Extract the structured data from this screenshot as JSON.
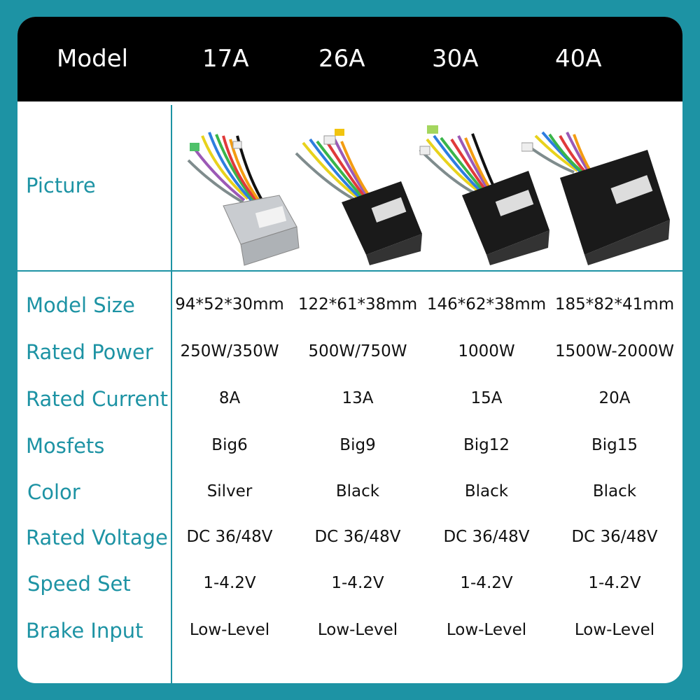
{
  "header": {
    "model_label": "Model",
    "models": [
      "17A",
      "26A",
      "30A",
      "40A"
    ]
  },
  "rows": {
    "picture_label": "Picture",
    "labels": [
      "Model Size",
      "Rated Power",
      "Rated Current",
      "Mosfets",
      "Color",
      "Rated Voltage",
      "Speed Set",
      "Brake Input"
    ]
  },
  "values": {
    "model_size": [
      "94*52*30mm",
      "122*61*38mm",
      "146*62*38mm",
      "185*82*41mm"
    ],
    "rated_power": [
      "250W/350W",
      "500W/750W",
      "1000W",
      "1500W-2000W"
    ],
    "rated_current": [
      "8A",
      "13A",
      "15A",
      "20A"
    ],
    "mosfets": [
      "Big6",
      "Big9",
      "Big12",
      "Big15"
    ],
    "color": [
      "Silver",
      "Black",
      "Black",
      "Black"
    ],
    "rated_voltage": [
      "DC 36/48V",
      "DC 36/48V",
      "DC 36/48V",
      "DC 36/48V"
    ],
    "speed_set": [
      "1-4.2V",
      "1-4.2V",
      "1-4.2V",
      "1-4.2V"
    ],
    "brake_input": [
      "Low-Level",
      "Low-Level",
      "Low-Level",
      "Low-Level"
    ]
  },
  "pictures": [
    {
      "icon": "silver-controller-image",
      "body_color": "#c9ccd0"
    },
    {
      "icon": "black-controller-image",
      "body_color": "#1a1a1a"
    },
    {
      "icon": "black-controller-image",
      "body_color": "#1a1a1a"
    },
    {
      "icon": "black-controller-image",
      "body_color": "#1a1a1a"
    }
  ],
  "colors": {
    "background": "#1d93a4",
    "accent": "#1d93a4",
    "header": "#000000"
  }
}
